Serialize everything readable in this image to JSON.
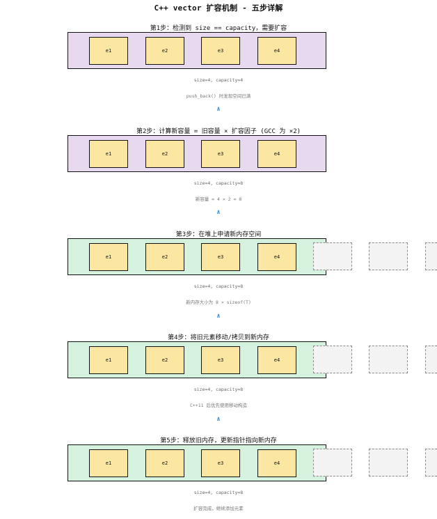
{
  "title": "C++ vector 扩容机制 - 五步详解",
  "elements": [
    "e1",
    "e2",
    "e3",
    "e4"
  ],
  "arrow_glyph": "∧",
  "steps": [
    {
      "label": "第1步：",
      "text": "检测到 size == capacity，需要扩容",
      "info": "size=4, capacity=4",
      "note": "push_back() 时发现空间已满"
    },
    {
      "label": "第2步：",
      "text": "计算新容量 = 旧容量 × 扩容因子 (GCC 为 ×2)",
      "info": "size=4, capacity=8",
      "note": "新容量 = 4 × 2 = 8"
    },
    {
      "label": "第3步：",
      "text": "在堆上申请新内存空间",
      "info": "size=4, capacity=8",
      "note": "新内存大小为 8 × sizeof(T)"
    },
    {
      "label": "第4步：",
      "text": "将旧元素移动/拷贝到新内存",
      "info": "size=4, capacity=8",
      "note": "C++11 后优先使用移动构造"
    },
    {
      "label": "第5步：",
      "text": "释放旧内存，更新指针指向新内存",
      "info": "size=4, capacity=8",
      "note": "扩容完成，继续添加元素"
    }
  ]
}
